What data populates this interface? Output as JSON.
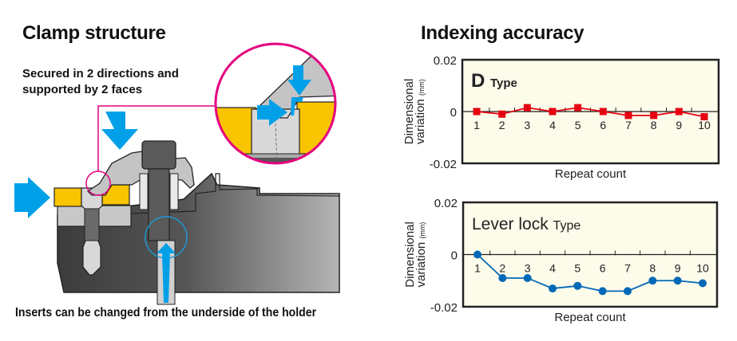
{
  "left": {
    "title": "Clamp structure",
    "subtitle_line1": "Secured in 2 directions and",
    "subtitle_line2": "supported by 2 faces",
    "caption": "Inserts can be changed from the underside of the holder",
    "colors": {
      "insert": "#f9c400",
      "arrow": "#00a0e9",
      "magnify_circle": "#e4007f",
      "body_dark": "#4a4a4a",
      "body_light": "#c8c8c8"
    }
  },
  "right": {
    "title": "Indexing accuracy"
  },
  "chart_data": [
    {
      "type": "line",
      "title": "D Type",
      "title_big": "D",
      "title_small": "Type",
      "xlabel": "Repeat count",
      "ylabel_main": "Dimensional",
      "ylabel_line2": "variation",
      "ylabel_unit": "(mm)",
      "ylim": [
        -0.02,
        0.02
      ],
      "yticks": [
        "0.02",
        "0",
        "-0.02"
      ],
      "x": [
        1,
        2,
        3,
        4,
        5,
        6,
        7,
        8,
        9,
        10
      ],
      "x_tick_labels": [
        "1",
        "2",
        "3",
        "4",
        "5",
        "6",
        "7",
        "8",
        "9",
        "10"
      ],
      "series": [
        {
          "name": "D Type",
          "marker": "square",
          "color": "#e60012",
          "values": [
            0,
            -0.001,
            0.0015,
            0,
            0.0015,
            0,
            -0.0015,
            -0.0015,
            0,
            -0.002
          ]
        }
      ],
      "background": "#fdfbea"
    },
    {
      "type": "line",
      "title": "Lever lock Type",
      "title_big": "Lever lock",
      "title_small": "Type",
      "xlabel": "Repeat count",
      "ylabel_main": "Dimensional",
      "ylabel_line2": "variation",
      "ylabel_unit": "(mm)",
      "ylim": [
        -0.02,
        0.02
      ],
      "yticks": [
        "0.02",
        "0",
        "-0.02"
      ],
      "x": [
        1,
        2,
        3,
        4,
        5,
        6,
        7,
        8,
        9,
        10
      ],
      "x_tick_labels": [
        "1",
        "2",
        "3",
        "4",
        "5",
        "6",
        "7",
        "8",
        "9",
        "10"
      ],
      "series": [
        {
          "name": "Lever lock Type",
          "marker": "circle",
          "color": "#0068b7",
          "values": [
            0,
            -0.009,
            -0.009,
            -0.013,
            -0.012,
            -0.014,
            -0.014,
            -0.01,
            -0.01,
            -0.011
          ]
        }
      ],
      "background": "#fdfbea"
    }
  ]
}
